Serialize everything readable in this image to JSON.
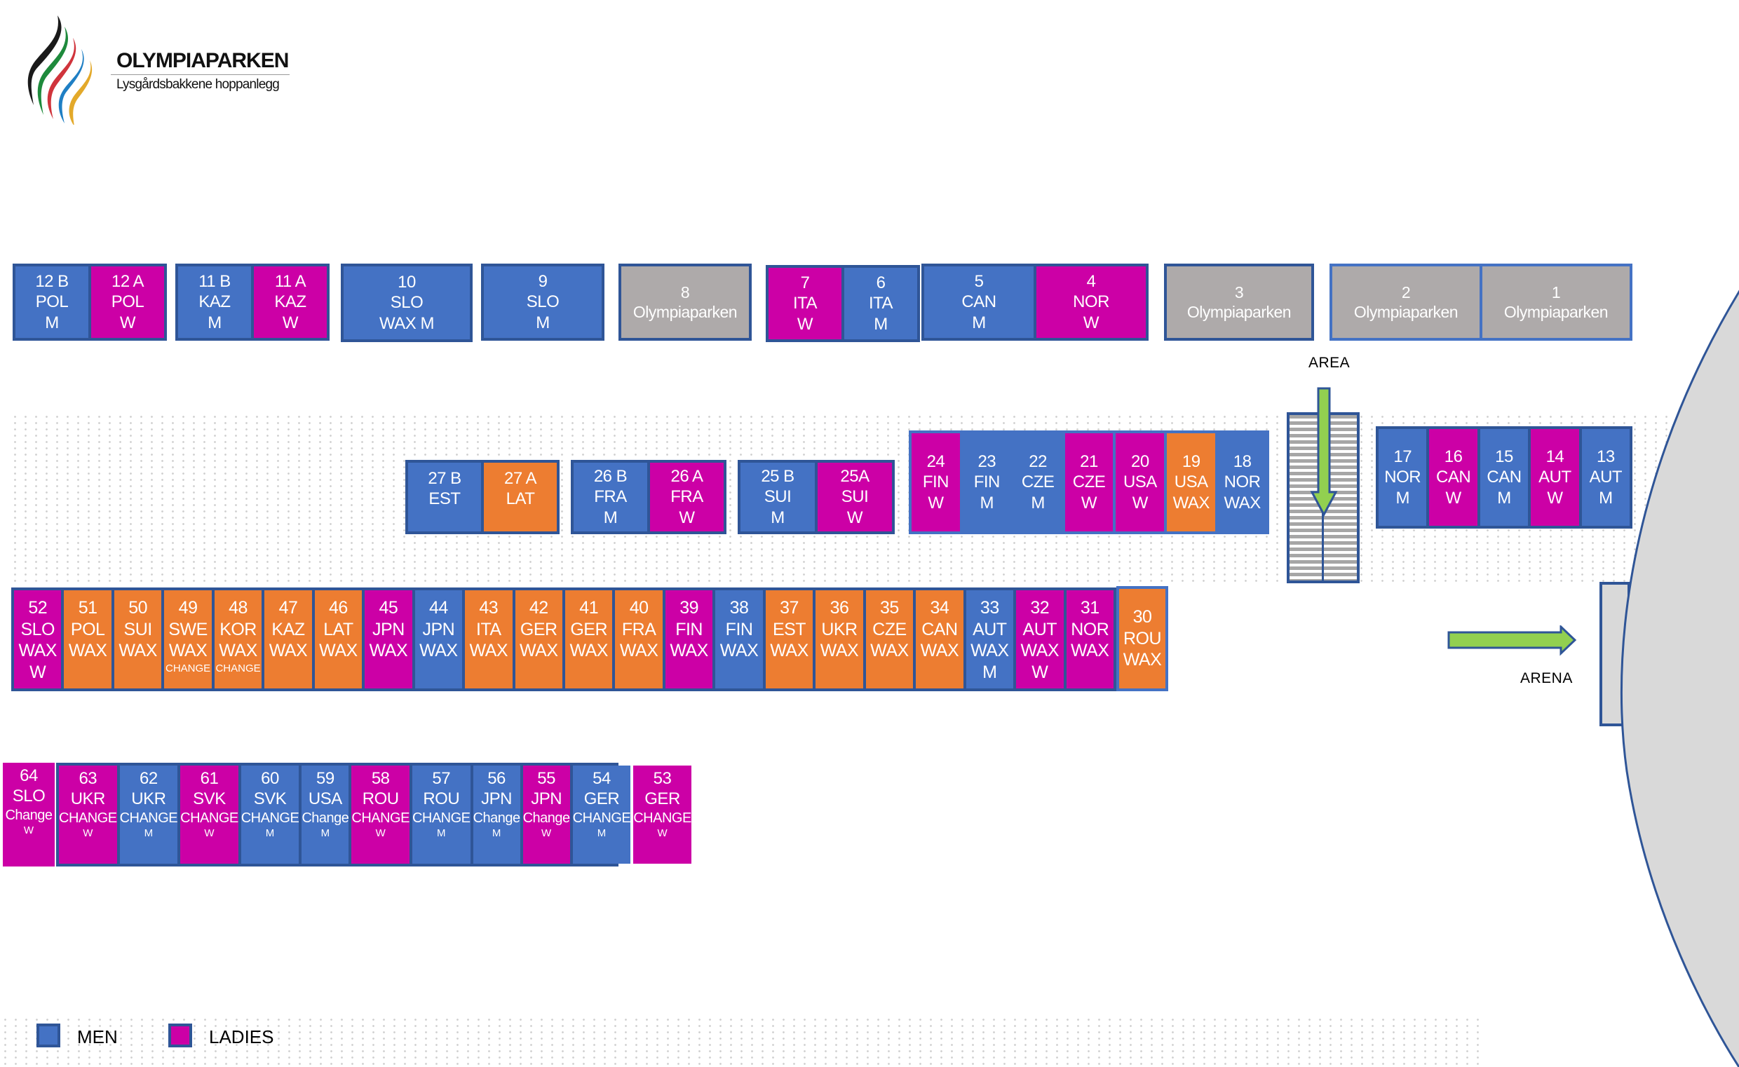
{
  "logo": {
    "title": "OLYMPIAPARKEN",
    "subtitle": "Lysgårdsbakkene hoppanlegg",
    "flame_colors": [
      "#1a1a1a",
      "#1e8a3c",
      "#d0343c",
      "#1f7fc4",
      "#e3a92a"
    ]
  },
  "colors": {
    "men": "#4472c4",
    "ladies": "#cc00a6",
    "wax": "#ed7d31",
    "venue": "#aeaaaa",
    "border": "#2f5597",
    "arrow": "#92d050",
    "arena": "#d9d9d9"
  },
  "row1": [
    {
      "cells": [
        {
          "id": "12 B",
          "nation": "POL",
          "type": "M",
          "kind": "men"
        },
        {
          "id": "12 A",
          "nation": "POL",
          "type": "W",
          "kind": "ladies"
        }
      ]
    },
    {
      "cells": [
        {
          "id": "11 B",
          "nation": "KAZ",
          "type": "M",
          "kind": "men"
        },
        {
          "id": "11 A",
          "nation": "KAZ",
          "type": "W",
          "kind": "ladies"
        }
      ]
    },
    {
      "cells": [
        {
          "id": "10",
          "nation": "SLO",
          "type": "WAX M",
          "kind": "men"
        }
      ]
    },
    {
      "cells": [
        {
          "id": "9",
          "nation": "SLO",
          "type": "M",
          "kind": "men"
        }
      ]
    },
    {
      "cells": [
        {
          "id": "8",
          "nation": "Olympiaparken",
          "type": "",
          "kind": "venue"
        }
      ]
    },
    {
      "cells": [
        {
          "id": "7",
          "nation": "ITA",
          "type": "W",
          "kind": "ladies"
        },
        {
          "id": "6",
          "nation": "ITA",
          "type": "M",
          "kind": "men"
        }
      ]
    },
    {
      "cells": [
        {
          "id": "5",
          "nation": "CAN",
          "type": "M",
          "kind": "men"
        },
        {
          "id": "4",
          "nation": "NOR",
          "type": "W",
          "kind": "ladies"
        }
      ]
    },
    {
      "cells": [
        {
          "id": "3",
          "nation": "Olympiaparken",
          "type": "",
          "kind": "venue"
        }
      ]
    },
    {
      "cells": [
        {
          "id": "2",
          "nation": "Olympiaparken",
          "type": "",
          "kind": "venue"
        },
        {
          "id": "1",
          "nation": "Olympiaparken",
          "type": "",
          "kind": "venue"
        }
      ]
    }
  ],
  "row2_left": [
    {
      "cells": [
        {
          "id": "27 B",
          "nation": "EST",
          "type": "",
          "kind": "men"
        },
        {
          "id": "27 A",
          "nation": "LAT",
          "type": "",
          "kind": "wax"
        }
      ]
    },
    {
      "cells": [
        {
          "id": "26 B",
          "nation": "FRA",
          "type": "M",
          "kind": "men"
        },
        {
          "id": "26 A",
          "nation": "FRA",
          "type": "W",
          "kind": "ladies"
        }
      ]
    },
    {
      "cells": [
        {
          "id": "25 B",
          "nation": "SUI",
          "type": "M",
          "kind": "men"
        },
        {
          "id": "25A",
          "nation": "SUI",
          "type": "W",
          "kind": "ladies"
        }
      ]
    }
  ],
  "row2_mid": [
    {
      "id": "24",
      "nation": "FIN",
      "type": "W",
      "kind": "ladies"
    },
    {
      "id": "23",
      "nation": "FIN",
      "type": "M",
      "kind": "men"
    },
    {
      "id": "22",
      "nation": "CZE",
      "type": "M",
      "kind": "men"
    },
    {
      "id": "21",
      "nation": "CZE",
      "type": "W",
      "kind": "ladies"
    },
    {
      "id": "20",
      "nation": "USA",
      "type": "W",
      "kind": "ladies"
    },
    {
      "id": "19",
      "nation": "USA",
      "type": "WAX",
      "kind": "wax"
    },
    {
      "id": "18",
      "nation": "NOR",
      "type": "WAX",
      "kind": "men"
    }
  ],
  "row2_right": [
    {
      "id": "17",
      "nation": "NOR",
      "type": "M",
      "kind": "men"
    },
    {
      "id": "16",
      "nation": "CAN",
      "type": "W",
      "kind": "ladies"
    },
    {
      "id": "15",
      "nation": "CAN",
      "type": "M",
      "kind": "men"
    },
    {
      "id": "14",
      "nation": "AUT",
      "type": "W",
      "kind": "ladies"
    },
    {
      "id": "13",
      "nation": "AUT",
      "type": "M",
      "kind": "men"
    }
  ],
  "row3": [
    {
      "id": "52",
      "nation": "SLO",
      "type": "WAX",
      "extra": "W",
      "kind": "ladies"
    },
    {
      "id": "51",
      "nation": "POL",
      "type": "WAX",
      "extra": "",
      "kind": "wax"
    },
    {
      "id": "50",
      "nation": "SUI",
      "type": "WAX",
      "extra": "",
      "kind": "wax"
    },
    {
      "id": "49",
      "nation": "SWE",
      "type": "WAX",
      "extra": "CHANGE",
      "kind": "wax"
    },
    {
      "id": "48",
      "nation": "KOR",
      "type": "WAX",
      "extra": "CHANGE",
      "kind": "wax"
    },
    {
      "id": "47",
      "nation": "KAZ",
      "type": "WAX",
      "extra": "",
      "kind": "wax"
    },
    {
      "id": "46",
      "nation": "LAT",
      "type": "WAX",
      "extra": "",
      "kind": "wax"
    },
    {
      "id": "45",
      "nation": "JPN",
      "type": "WAX",
      "extra": "",
      "kind": "ladies"
    },
    {
      "id": "44",
      "nation": "JPN",
      "type": "WAX",
      "extra": "",
      "kind": "men"
    },
    {
      "id": "43",
      "nation": "ITA",
      "type": "WAX",
      "extra": "",
      "kind": "wax"
    },
    {
      "id": "42",
      "nation": "GER",
      "type": "WAX",
      "extra": "",
      "kind": "wax"
    },
    {
      "id": "41",
      "nation": "GER",
      "type": "WAX",
      "extra": "",
      "kind": "wax"
    },
    {
      "id": "40",
      "nation": "FRA",
      "type": "WAX",
      "extra": "",
      "kind": "wax"
    },
    {
      "id": "39",
      "nation": "FIN",
      "type": "WAX",
      "extra": "",
      "kind": "ladies"
    },
    {
      "id": "38",
      "nation": "FIN",
      "type": "WAX",
      "extra": "",
      "kind": "men"
    },
    {
      "id": "37",
      "nation": "EST",
      "type": "WAX",
      "extra": "",
      "kind": "wax"
    },
    {
      "id": "36",
      "nation": "UKR",
      "type": "WAX",
      "extra": "",
      "kind": "wax"
    },
    {
      "id": "35",
      "nation": "CZE",
      "type": "WAX",
      "extra": "",
      "kind": "wax"
    },
    {
      "id": "34",
      "nation": "CAN",
      "type": "WAX",
      "extra": "",
      "kind": "wax"
    },
    {
      "id": "33",
      "nation": "AUT",
      "type": "WAX",
      "extra": "M",
      "kind": "men"
    },
    {
      "id": "32",
      "nation": "AUT",
      "type": "WAX",
      "extra": "W",
      "kind": "ladies"
    },
    {
      "id": "31",
      "nation": "NOR",
      "type": "WAX",
      "extra": "",
      "kind": "ladies"
    }
  ],
  "row3_end": {
    "id": "30",
    "nation": "ROU",
    "type": "WAX",
    "extra": "",
    "kind": "wax"
  },
  "row4_single": {
    "id": "64",
    "nation": "SLO",
    "type": "Change",
    "extra": "W",
    "kind": "ladies"
  },
  "row4": [
    {
      "id": "63",
      "nation": "UKR",
      "type": "CHANGE",
      "extra": "W",
      "kind": "ladies"
    },
    {
      "id": "62",
      "nation": "UKR",
      "type": "CHANGE",
      "extra": "M",
      "kind": "men"
    },
    {
      "id": "61",
      "nation": "SVK",
      "type": "CHANGE",
      "extra": "W",
      "kind": "ladies"
    },
    {
      "id": "60",
      "nation": "SVK",
      "type": "CHANGE",
      "extra": "M",
      "kind": "men"
    },
    {
      "id": "59",
      "nation": "USA",
      "type": "Change",
      "extra": "M",
      "kind": "men"
    },
    {
      "id": "58",
      "nation": "ROU",
      "type": "CHANGE",
      "extra": "W",
      "kind": "ladies"
    },
    {
      "id": "57",
      "nation": "ROU",
      "type": "CHANGE",
      "extra": "M",
      "kind": "men"
    },
    {
      "id": "56",
      "nation": "JPN",
      "type": "Change",
      "extra": "M",
      "kind": "men"
    },
    {
      "id": "55",
      "nation": "JPN",
      "type": "Change",
      "extra": "W",
      "kind": "ladies"
    },
    {
      "id": "54",
      "nation": "GER",
      "type": "CHANGE",
      "extra": "M",
      "kind": "men"
    },
    {
      "id": "53",
      "nation": "GER",
      "type": "CHANGE",
      "extra": "W",
      "kind": "ladies"
    }
  ],
  "labels": {
    "area": "AREA",
    "arena": "ARENA"
  },
  "legend": [
    {
      "label": "MEN",
      "kind": "men"
    },
    {
      "label": "LADIES",
      "kind": "ladies"
    }
  ]
}
